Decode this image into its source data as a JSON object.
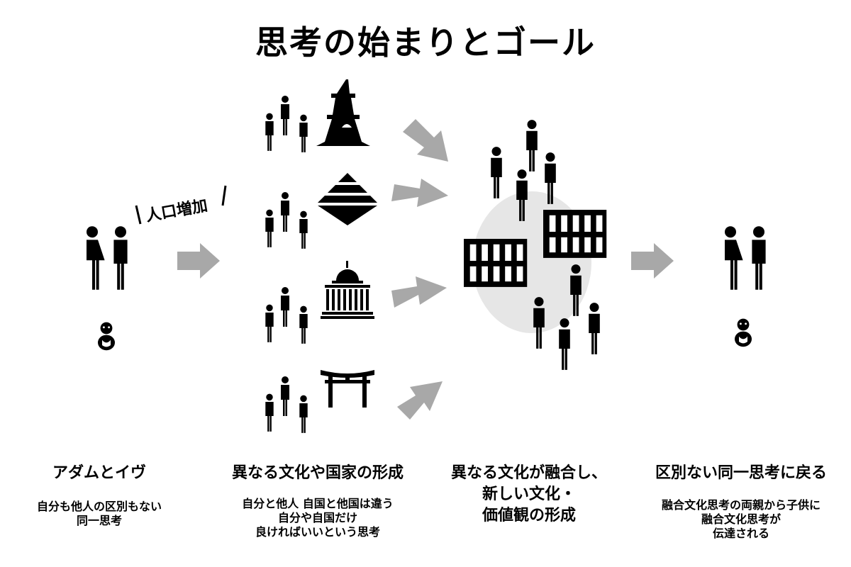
{
  "title": "思考の始まりとゴール",
  "population_label": "人口増加",
  "stages": [
    {
      "heading": "アダムとイヴ",
      "description": "自分も他人の区別もない\n同一思考"
    },
    {
      "heading": "異なる文化や国家の形成",
      "description": "自分と他人 自国と他国は違う\n自分や自国だけ\n良ければいいという思考"
    },
    {
      "heading": "異なる文化が融合し、\n新しい文化・\n価値観の形成",
      "description": ""
    },
    {
      "heading": "区別ない同一思考に戻る",
      "description": "融合文化思考の両親から子供に\n融合文化思考が\n伝達される"
    }
  ],
  "landmark_icons": [
    "tower-icon",
    "pyramid-icon",
    "capitol-icon",
    "torii-icon"
  ],
  "colors": {
    "ink": "#000000",
    "arrow": "#a8a8a8",
    "blob": "#e6e6e6",
    "background": "#ffffff"
  }
}
